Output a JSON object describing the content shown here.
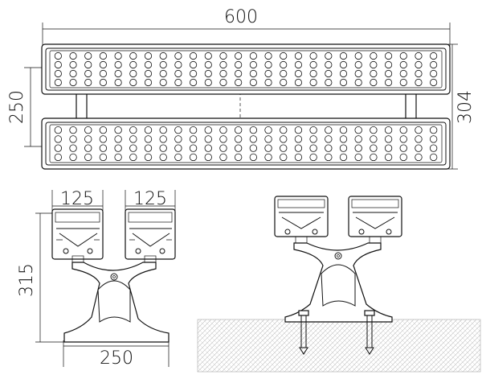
{
  "dimensions": {
    "overall_width": "600",
    "module_spacing": "250",
    "overall_height": "304",
    "head_width_left": "125",
    "head_width_right": "125",
    "side_height": "315",
    "base_width": "250"
  },
  "led_grid": {
    "rows": 4,
    "columns": 26
  },
  "colors": {
    "line": "#111111",
    "background": "#ffffff",
    "ground_hatch": "#bbbbbb"
  }
}
